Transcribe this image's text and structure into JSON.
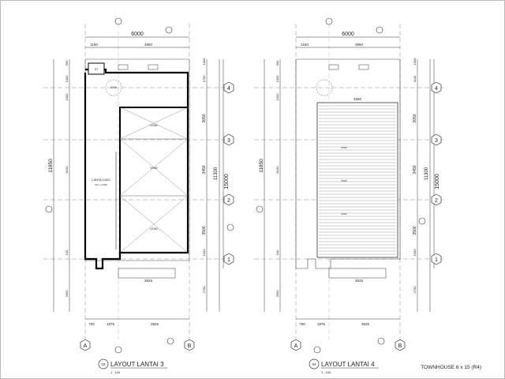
{
  "plans": [
    {
      "title": "LAYOUT LANTAI 3",
      "number": "03",
      "scale": "1 : 100",
      "overall_width": "6000",
      "top_dims": [
        "1150",
        "4850"
      ],
      "bottom_dims": [
        "700",
        "1975",
        "3925"
      ],
      "bottom_overall": "3925",
      "left_dims": [
        "550",
        "1000",
        "1000",
        "8100",
        "100",
        "2650"
      ],
      "left_overall": "11850",
      "right_dims_inner": [
        "1000",
        "1700",
        "3050",
        "3450",
        "3500",
        "1500",
        "2700"
      ],
      "right_total": "11300",
      "right_overall": "15000",
      "grid_rows": [
        "4",
        "3",
        "2",
        "1"
      ],
      "grid_cols": [
        "A",
        "B"
      ],
      "void_labels": [
        "VOID",
        "VOID",
        "VOID"
      ],
      "room_label": "LANTAI DAG",
      "room_sub": "FFL +7.000",
      "stair_label": "ST",
      "circle_label": "2000"
    },
    {
      "title": "LAYOUT LANTAI 4",
      "number": "04",
      "scale": "1 : 100",
      "overall_width": "6000",
      "top_dims": [
        "1150",
        "4850"
      ],
      "bottom_dims": [
        "700",
        "1975",
        "3925"
      ],
      "bottom_overall": "3925",
      "left_dims": [
        "550",
        "1000",
        "1000",
        "8100",
        "100",
        "2650"
      ],
      "left_overall": "11850",
      "right_dims_inner": [
        "1000",
        "1100",
        "3050",
        "3450",
        "3500",
        "1500",
        "2700"
      ],
      "right_total": "11300",
      "right_overall": "15000",
      "grid_rows": [
        "4",
        "3",
        "2",
        "1"
      ],
      "grid_cols": [
        "A",
        "B"
      ],
      "roof_top_dim": "4550",
      "roof_labels": [
        "ATAP",
        "ATAP",
        "ATAP"
      ]
    }
  ],
  "sheet_title": "TOWNHOUSE 6 x 15 (R4)",
  "colors": {
    "line": "#333333",
    "heavy": "#000000",
    "grid": "#666666"
  }
}
